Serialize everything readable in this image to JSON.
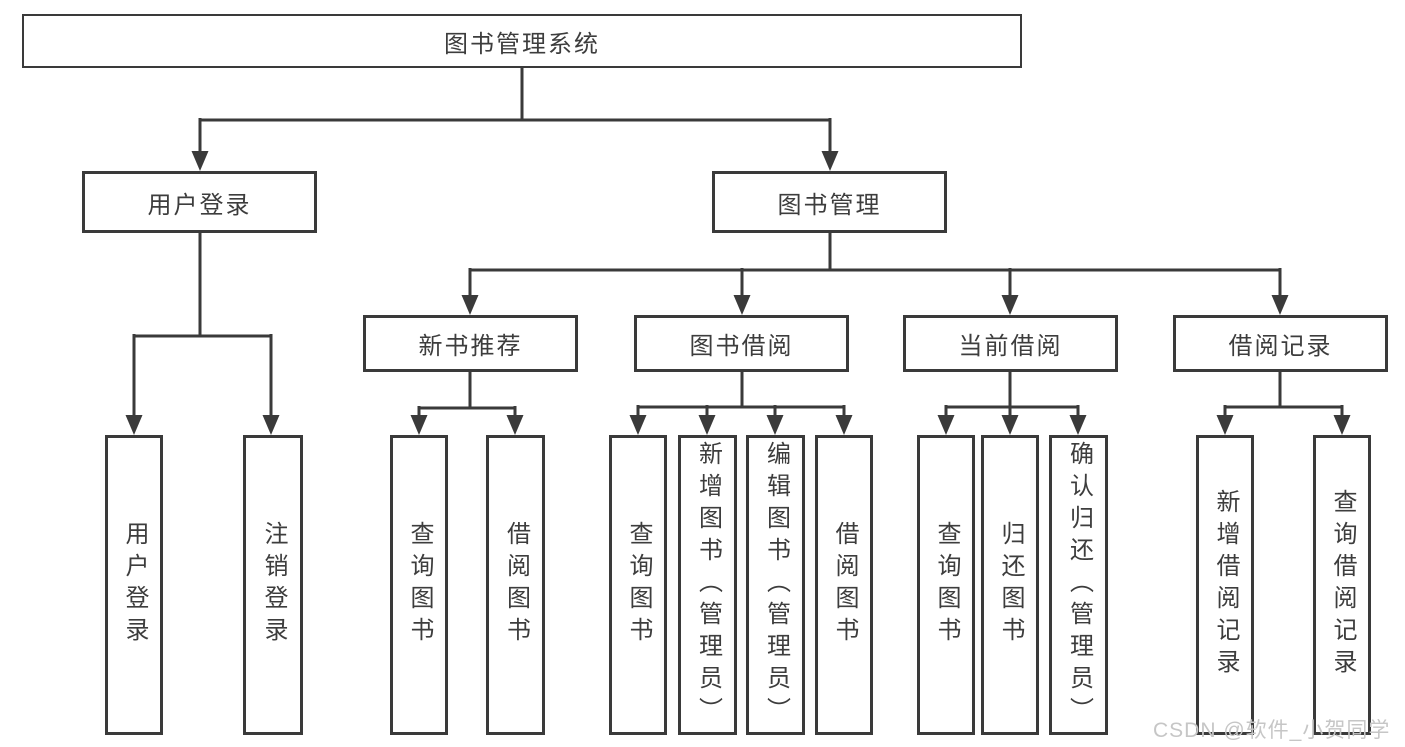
{
  "diagram": {
    "title": "图书管理系统",
    "type": "hierarchy-tree"
  },
  "nodes": {
    "root": {
      "label": "图书管理系统"
    },
    "user_login_group": {
      "label": "用户登录"
    },
    "book_mgmt_group": {
      "label": "图书管理"
    },
    "new_book_rec": {
      "label": "新书推荐"
    },
    "book_borrow": {
      "label": "图书借阅"
    },
    "current_borrow": {
      "label": "当前借阅"
    },
    "borrow_record": {
      "label": "借阅记录"
    },
    "leaf_user_login": {
      "label": "用户登录"
    },
    "leaf_logout": {
      "label": "注销登录"
    },
    "leaf_rec_query_book": {
      "label": "查询图书"
    },
    "leaf_rec_borrow_book": {
      "label": "借阅图书"
    },
    "leaf_bb_query_book": {
      "label": "查询图书"
    },
    "leaf_bb_add_book": {
      "label": "新增图书（管理员）"
    },
    "leaf_bb_edit_book": {
      "label": "编辑图书（管理员）"
    },
    "leaf_bb_borrow_book": {
      "label": "借阅图书"
    },
    "leaf_cb_query_book": {
      "label": "查询图书"
    },
    "leaf_cb_return_book": {
      "label": "归还图书"
    },
    "leaf_cb_confirm_return": {
      "label": "确认归还（管理员）"
    },
    "leaf_br_add_record": {
      "label": "新增借阅记录"
    },
    "leaf_br_query_record": {
      "label": "查询借阅记录"
    }
  },
  "watermark": {
    "text": "CSDN @软件_小贺同学"
  },
  "colors": {
    "line": "#3a3a3a",
    "text": "#3d3d3d",
    "box_background": "#ffffff",
    "watermark": "#c6c6c6"
  }
}
